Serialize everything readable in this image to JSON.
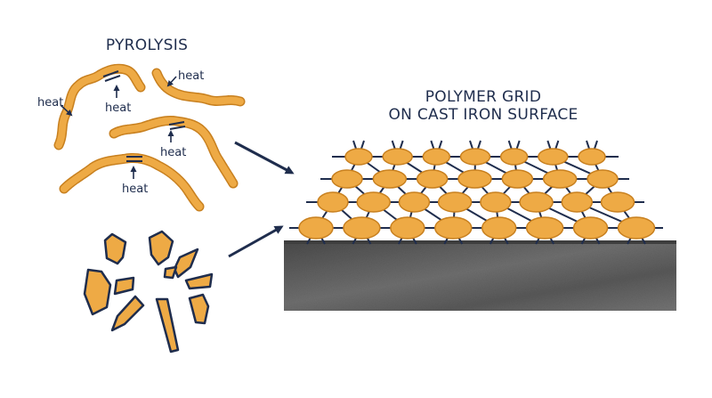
{
  "titles": {
    "pyrolysis": "PYROLYSIS",
    "grid_line1": "POLYMER GRID",
    "grid_line2": "ON CAST IRON SURFACE"
  },
  "heat_labels": [
    "heat",
    "heat",
    "heat",
    "heat",
    "heat"
  ],
  "colors": {
    "polymer_fill": "#eeaa45",
    "polymer_stroke": "#c8801f",
    "navy": "#1f2d4d",
    "iron_face": "#5a5a5a",
    "iron_top": "#6a6a6a"
  }
}
